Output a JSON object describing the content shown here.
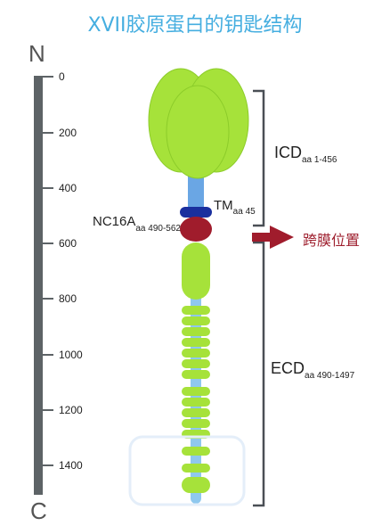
{
  "title": "XVII胶原蛋白的钥匙结构",
  "scale": {
    "top_label": "N",
    "bottom_label": "C",
    "ticks": [
      "0",
      "200",
      "400",
      "600",
      "800",
      "1000",
      "1200",
      "1400"
    ]
  },
  "domains": {
    "icd": {
      "main": "ICD",
      "sub": "aa 1-456"
    },
    "tm": {
      "main": "TM",
      "sub": "aa 45"
    },
    "nc16a": {
      "main": "NC16A",
      "sub": "aa 490-562"
    },
    "ecd": {
      "main": "ECD",
      "sub": "aa 490-1497"
    }
  },
  "arrow_label": "跨膜位置",
  "colors": {
    "title": "#45aee0",
    "ruler": "#5d6366",
    "green": "#a6e23a",
    "green_stroke": "#8ccc2a",
    "blue": "#8fc8ee",
    "dark_blue": "#1a2f9e",
    "dark_red": "#a01c2c",
    "bracket": "#4a4f55",
    "arrow": "#a01c2c"
  }
}
